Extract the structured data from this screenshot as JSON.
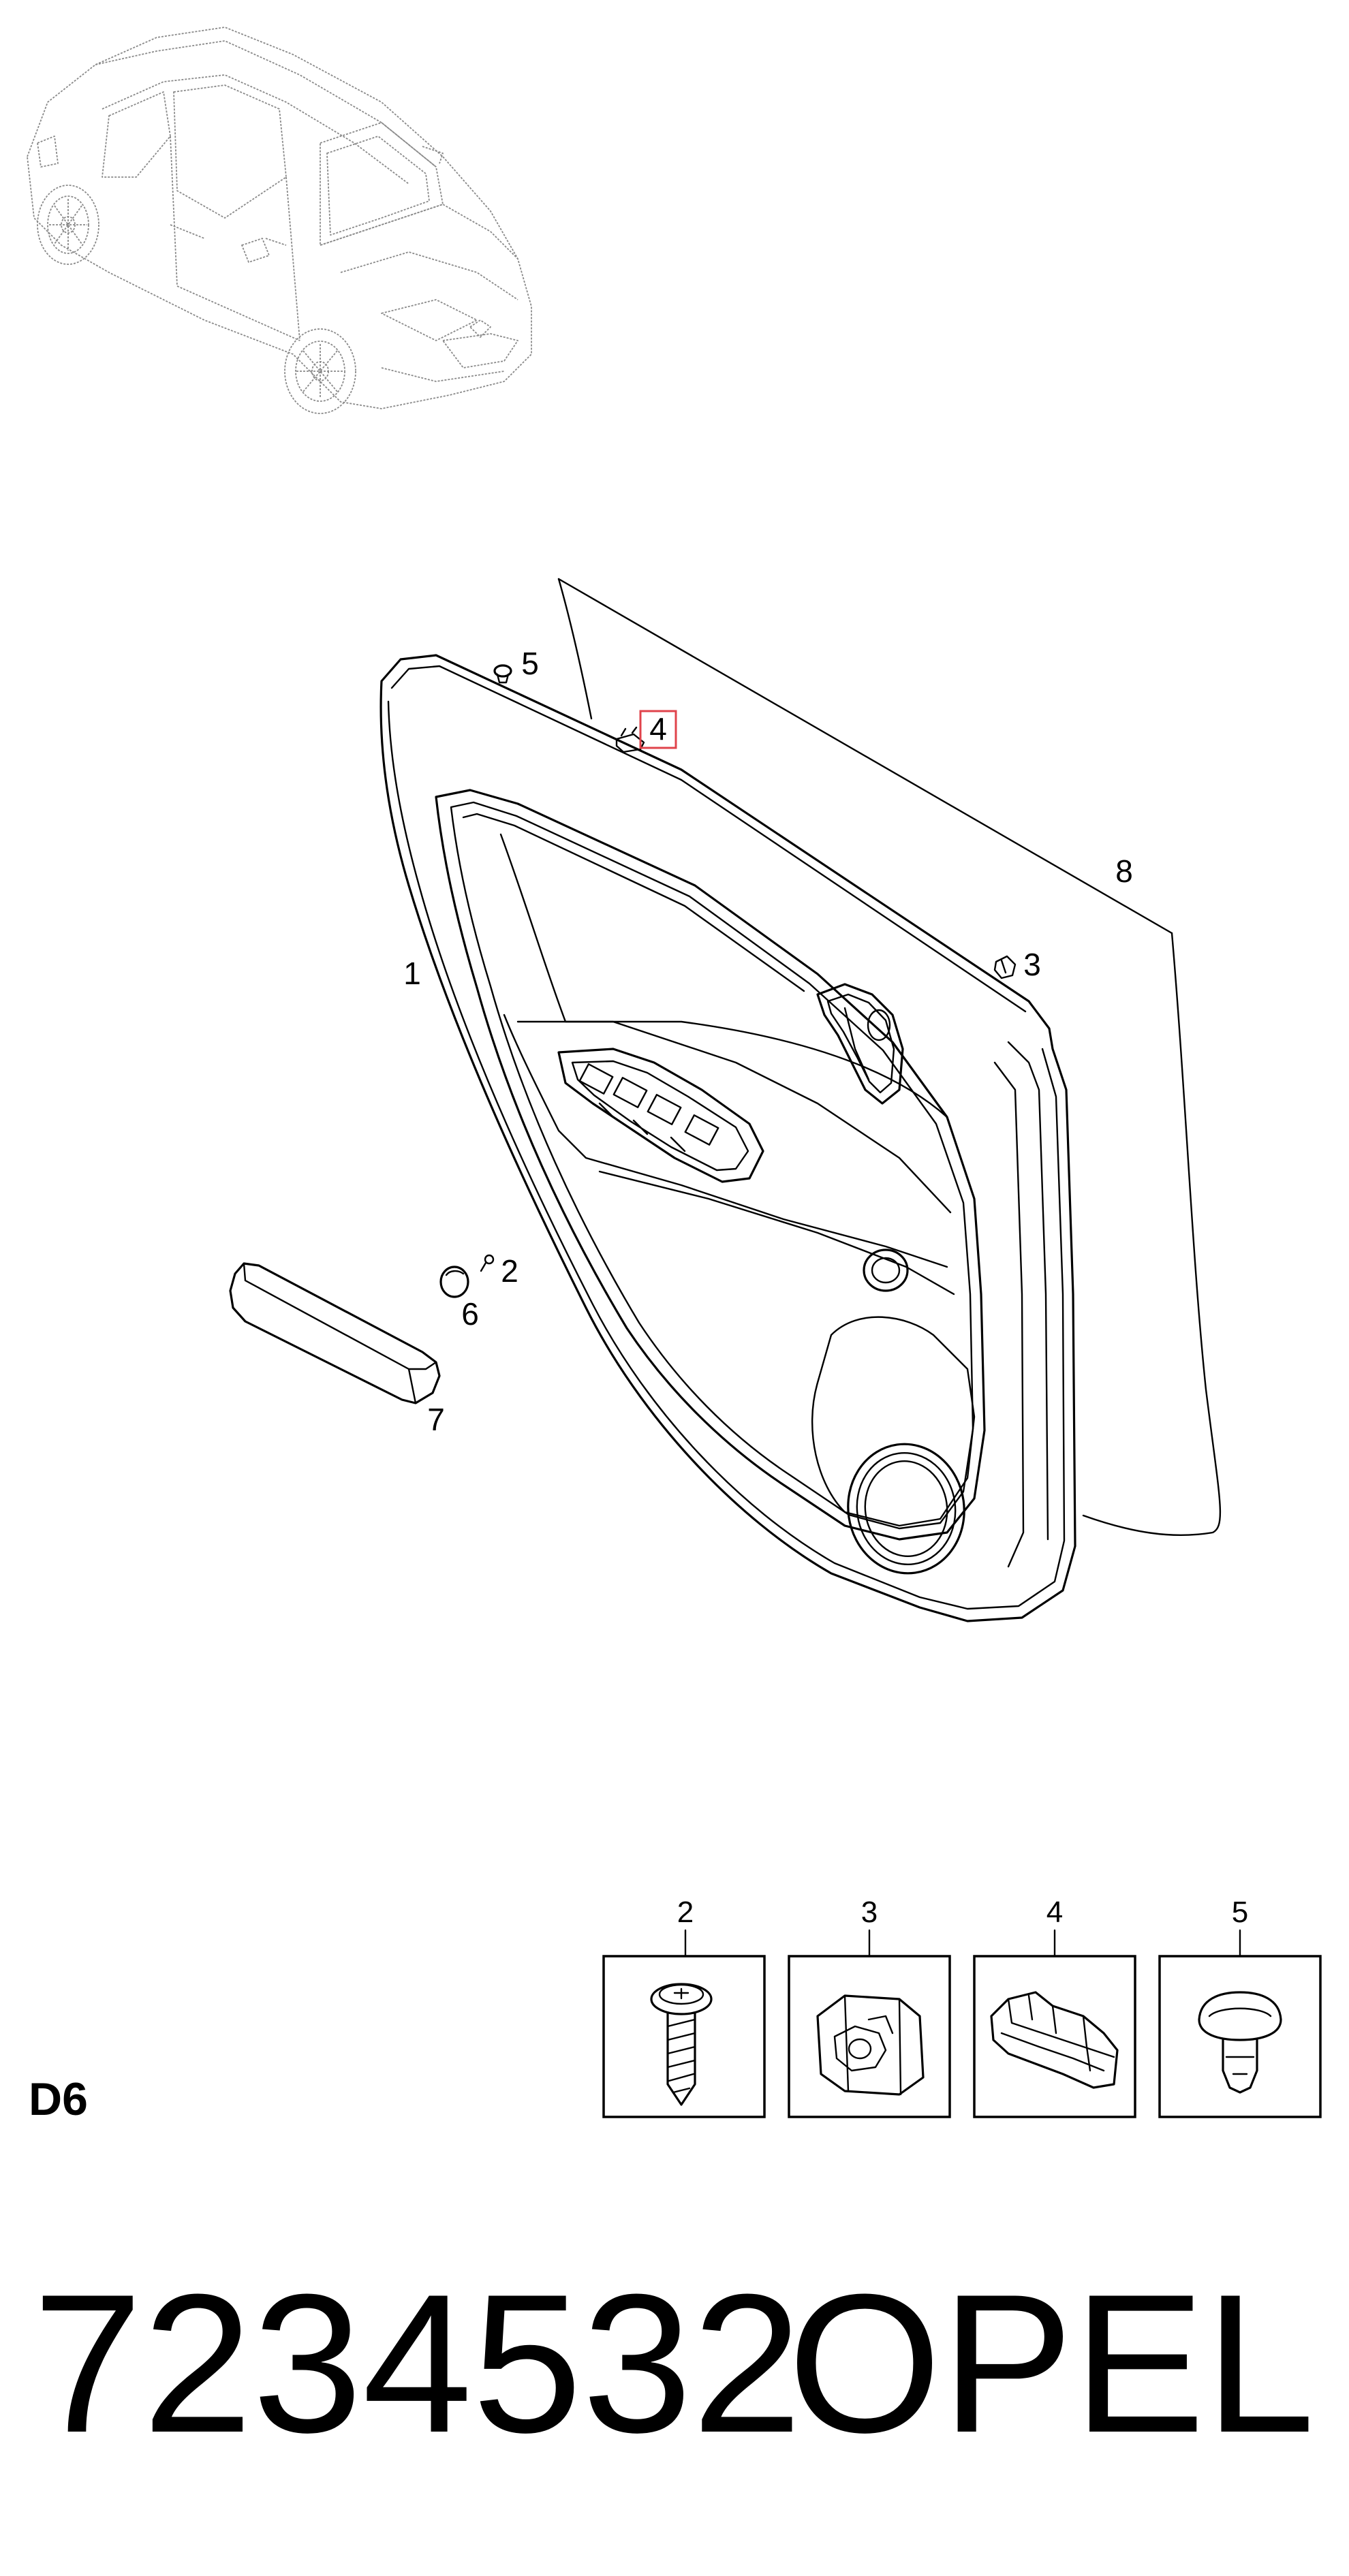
{
  "callouts": {
    "c1": "1",
    "c2": "2",
    "c3": "3",
    "c4": "4",
    "c5": "5",
    "c6": "6",
    "c7": "7",
    "c8": "8"
  },
  "detail_boxes": [
    {
      "label": "2",
      "icon": "screw-icon"
    },
    {
      "label": "3",
      "icon": "nut-clip-icon"
    },
    {
      "label": "4",
      "icon": "retaining-clip-icon"
    },
    {
      "label": "5",
      "icon": "push-rivet-icon"
    }
  ],
  "section_code": "D6",
  "part_number": "7234532",
  "brand": "OPEL",
  "highlight_color": "#e0434b"
}
